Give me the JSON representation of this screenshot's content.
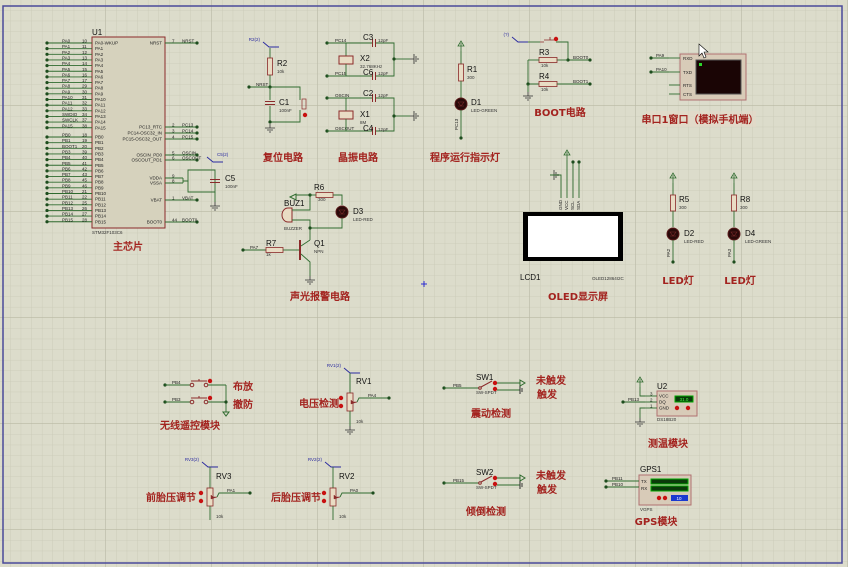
{
  "colors": {
    "wire": "#2f6b2f",
    "component": "#8b2a2a",
    "title": "#a3231f",
    "probe": "#2a2aa0",
    "border": "#4a4a9a",
    "grid": "#c9c9b6",
    "background": "#dcdccb"
  },
  "titles": {
    "main_chip": "主芯片",
    "reset": "复位电路",
    "crystal": "晶振电路",
    "run_led": "程序运行指示灯",
    "boot": "BOOT电路",
    "uart": "串口1窗口（模拟手机端）",
    "alarm": "声光报警电路",
    "oled": "OLED显示屏",
    "led1": "LED灯",
    "led2": "LED灯",
    "arm_on": "布放",
    "arm_off": "撤防",
    "remote": "无线遥控模块",
    "voltage": "电压检测",
    "vibration": "震动检测",
    "sw1_open": "未触发",
    "sw1_closed": "触发",
    "temp": "测温模块",
    "front_tire": "前胎压调节",
    "rear_tire": "后胎压调节",
    "tilt": "倾倒检测",
    "sw2_open": "未触发",
    "sw2_closed": "触发",
    "gps": "GPS模块"
  },
  "u1": {
    "ref": "U1",
    "part": "STM32F103C6",
    "pa_pins": [
      {
        "name": "PA0-WKUP",
        "num": "10",
        "net": "PA0"
      },
      {
        "name": "PA1",
        "num": "11",
        "net": "PA1"
      },
      {
        "name": "PA2",
        "num": "12",
        "net": "PA2"
      },
      {
        "name": "PA3",
        "num": "13",
        "net": "PA3"
      },
      {
        "name": "PA4",
        "num": "14",
        "net": "PA4"
      },
      {
        "name": "PA5",
        "num": "15",
        "net": "PA5"
      },
      {
        "name": "PA6",
        "num": "16",
        "net": "PA6"
      },
      {
        "name": "PA7",
        "num": "17",
        "net": "PA7"
      },
      {
        "name": "PA8",
        "num": "29",
        "net": "PA8"
      },
      {
        "name": "PA9",
        "num": "30",
        "net": "PA9"
      },
      {
        "name": "PA10",
        "num": "31",
        "net": "PA10"
      },
      {
        "name": "PA11",
        "num": "32",
        "net": "PA11"
      },
      {
        "name": "PA12",
        "num": "33",
        "net": "PA12"
      },
      {
        "name": "PA13",
        "num": "34",
        "net": "SWDIO"
      },
      {
        "name": "PA14",
        "num": "37",
        "net": "SWCLK"
      },
      {
        "name": "PA15",
        "num": "38",
        "net": "PA15"
      }
    ],
    "pb_pins": [
      {
        "name": "PB0",
        "num": "18",
        "net": "PB0"
      },
      {
        "name": "PB1",
        "num": "19",
        "net": "PB1"
      },
      {
        "name": "PB2",
        "num": "20",
        "net": "BOOT1"
      },
      {
        "name": "PB3",
        "num": "39",
        "net": "PB3"
      },
      {
        "name": "PB4",
        "num": "40",
        "net": "PB4"
      },
      {
        "name": "PB5",
        "num": "41",
        "net": "PB5"
      },
      {
        "name": "PB6",
        "num": "42",
        "net": "PB6"
      },
      {
        "name": "PB7",
        "num": "43",
        "net": "PB7"
      },
      {
        "name": "PB8",
        "num": "45",
        "net": "PB8"
      },
      {
        "name": "PB9",
        "num": "46",
        "net": "PB9"
      },
      {
        "name": "PB10",
        "num": "21",
        "net": "PB10"
      },
      {
        "name": "PB11",
        "num": "22",
        "net": "PB11"
      },
      {
        "name": "PB12",
        "num": "25",
        "net": "PB12"
      },
      {
        "name": "PB13",
        "num": "26",
        "net": "PB13"
      },
      {
        "name": "PB14",
        "num": "27",
        "net": "PB14"
      },
      {
        "name": "PB15",
        "num": "28",
        "net": "PB15"
      }
    ],
    "right_pins": [
      {
        "name": "NRST",
        "num": "7",
        "net": "NRST"
      },
      {
        "name": "PC13_RTC",
        "num": "2",
        "net": "PC13"
      },
      {
        "name": "PC14-OSC32_IN",
        "num": "3",
        "net": "PC14"
      },
      {
        "name": "PC15-OSC32_OUT",
        "num": "4",
        "net": "PC15"
      },
      {
        "name": "OSCIN_PD0",
        "num": "5",
        "net": "OSCIN"
      },
      {
        "name": "OSCOUT_PD1",
        "num": "6",
        "net": "OSCOUT"
      },
      {
        "name": "VDDA",
        "num": "9",
        "net": ""
      },
      {
        "name": "VSSA",
        "num": "8",
        "net": ""
      },
      {
        "name": "VBAT",
        "num": "1",
        "net": "VBAT"
      },
      {
        "name": "BOOT0",
        "num": "44",
        "net": "BOOT0"
      }
    ]
  },
  "c5": {
    "ref": "C5",
    "value": "100nF",
    "probe": "C5(2)"
  },
  "reset": {
    "probe": "R2(2)",
    "r_ref": "R2",
    "r_val": "10k",
    "c_ref": "C1",
    "c_val": "100nF",
    "net": "NRST"
  },
  "crystal": {
    "c3": "C3",
    "c3v": "12pF",
    "x2": "X2",
    "x2v": "32.768KHz",
    "c6": "C6",
    "c6v": "12pF",
    "c2": "C2",
    "c2v": "12pF",
    "x1": "X1",
    "x1v": "8M",
    "c4": "C4",
    "c4v": "12pF",
    "n1": "PC14",
    "n2": "PC15",
    "n3": "OSCIN",
    "n4": "OSCOUT"
  },
  "run_led": {
    "r_ref": "R1",
    "r_val": "300",
    "d_ref": "D1",
    "d_val": "LED-GREEN",
    "net": "PC13"
  },
  "boot": {
    "probe": "(?)",
    "r3": "R3",
    "r3v": "10k",
    "r4": "R4",
    "r4v": "10k",
    "n0": "BOOT0",
    "n1": "BOOT1"
  },
  "uart": {
    "pins": [
      "RXD",
      "TXD",
      "RTS",
      "CTS"
    ],
    "nets": [
      "PA9",
      "PA10"
    ]
  },
  "alarm": {
    "r6": "R6",
    "r6v": "300",
    "buz": "BUZ1",
    "buzv": "BUZZER",
    "d3": "D3",
    "d3v": "LED-RED",
    "r7": "R7",
    "r7v": "1k",
    "q1": "Q1",
    "q1v": "NPN",
    "net": "PA7"
  },
  "oled": {
    "ref": "LCD1",
    "part": "OLED12864I2C",
    "pins": [
      "GND",
      "VCC",
      "SCL",
      "SDA"
    ]
  },
  "led_red": {
    "r": "R5",
    "rv": "300",
    "d": "D2",
    "dv": "LED-RED",
    "net": "PA2"
  },
  "led_green": {
    "r": "R8",
    "rv": "300",
    "d": "D4",
    "dv": "LED-GREEN",
    "net": "PA3"
  },
  "remote": {
    "n1": "PB4",
    "n2": "PB3"
  },
  "rv1": {
    "probe": "RV1(2)",
    "ref": "RV1",
    "val": "10k",
    "net": "PA4"
  },
  "rv3": {
    "probe": "RV3(2)",
    "ref": "RV3",
    "val": "10k",
    "net": "PA1"
  },
  "rv2": {
    "probe": "RV2(2)",
    "ref": "RV2",
    "val": "10k",
    "net": "PA0"
  },
  "sw1": {
    "ref": "SW1",
    "part": "SW-SPDT",
    "net": "PB5"
  },
  "sw2": {
    "ref": "SW2",
    "part": "SW-SPDT",
    "net": "PB15"
  },
  "u2": {
    "ref": "U2",
    "part": "DS18B20",
    "pins": [
      "VCC",
      "DQ",
      "GND"
    ],
    "nums": [
      "3",
      "2",
      "1"
    ],
    "net": "PB13",
    "display": "31.0"
  },
  "gps": {
    "ref": "GPS1",
    "part": "VGPS",
    "pins": [
      "TX",
      "RX"
    ],
    "nets": [
      "PB11",
      "PB10"
    ],
    "display": "10"
  }
}
